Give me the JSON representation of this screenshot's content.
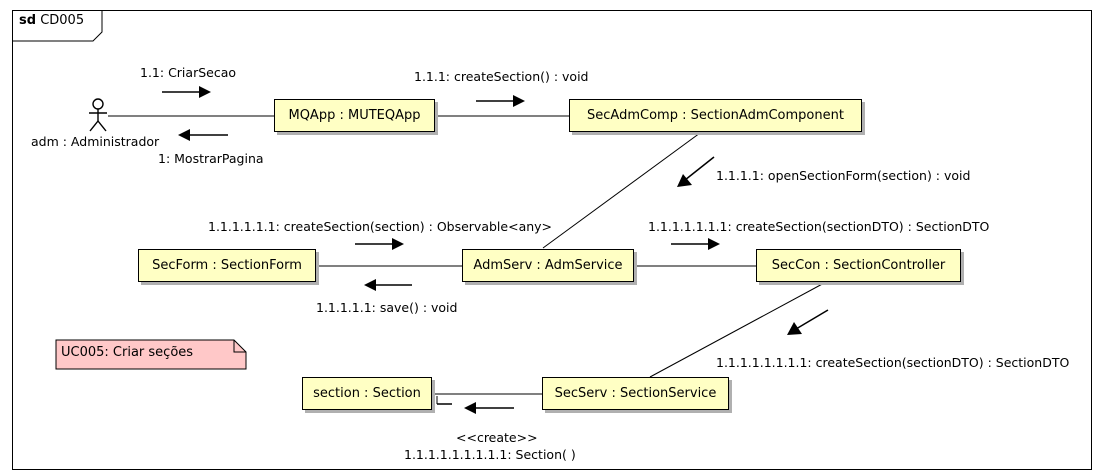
{
  "frame": {
    "keyword": "sd",
    "name": "CD005"
  },
  "actor": {
    "label": "adm : Administrador"
  },
  "objects": {
    "mqapp": "MQApp : MUTEQApp",
    "secadmcomp": "SecAdmComp : SectionAdmComponent",
    "secform": "SecForm : SectionForm",
    "admserv": "AdmServ : AdmService",
    "seccon": "SecCon : SectionController",
    "section": "section : Section",
    "secserv": "SecServ : SectionService"
  },
  "messages": {
    "m1_1": "1.1: CriarSecao",
    "m1": "1: MostrarPagina",
    "m1_1_1": "1.1.1: createSection() : void",
    "m1_1_1_1": "1.1.1.1: openSectionForm(section) : void",
    "m_form_create": "1.1.1.1.1.1: createSection(section) : Observable<any>",
    "m_save": "1.1.1.1.1: save() : void",
    "m_con_create": "1.1.1.1.1.1.1: createSection(sectionDTO) : SectionDTO",
    "m_serv_create": "1.1.1.1.1.1.1.1: createSection(sectionDTO) : SectionDTO",
    "m_stereotype": "<<create>>",
    "m_section_ctor": "1.1.1.1.1.1.1.1.1: Section( )"
  },
  "note": {
    "text": "UC005: Criar seções",
    "fill": "#ffc8c8"
  },
  "colors": {
    "object_fill": "#ffffc4",
    "line": "#000000",
    "shadow": "#b0b0b0"
  }
}
